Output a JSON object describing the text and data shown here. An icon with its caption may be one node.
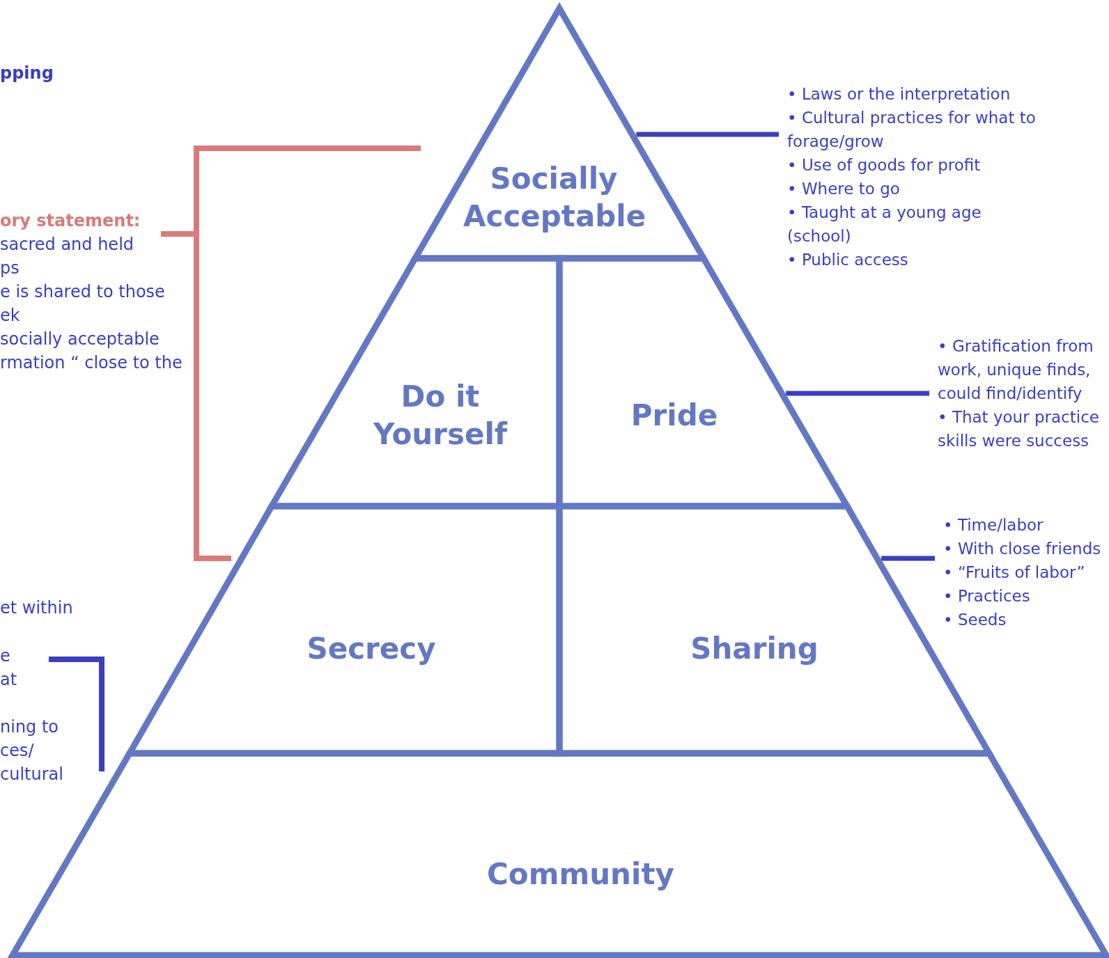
{
  "diagram": {
    "nodes": [
      {
        "text": [
          "Socially Acceptable"
        ]
      },
      {
        "text": [
          "Do it Yourself"
        ]
      },
      {
        "text": [
          "Pride"
        ]
      },
      {
        "text": [
          "Secrecy"
        ]
      },
      {
        "text": [
          "Sharing"
        ]
      },
      {
        "text": [
          "Community"
        ]
      },
      {
        "text": [
          "• Laws or the interpretation",
          "• Cultural practices for what to forage/grow",
          "• Use of goods for profit",
          "• Where to go",
          "• Taught at a young age (school)",
          "• Public access"
        ]
      },
      {
        "text": [
          "• Gratification from work, unique finds, could find/identify",
          "• That your practice skills were success"
        ]
      },
      {
        "text": [
          "• Time/labor",
          "• With close friends",
          "• “Fruits of labor”",
          "• Practices",
          "• Seeds"
        ]
      }
    ],
    "edges": [
      {
        "from": 6,
        "to": 0,
        "arrow": "none"
      },
      {
        "from": 7,
        "to": 2,
        "arrow": "none"
      },
      {
        "from": 8,
        "to": 4,
        "arrow": "none"
      }
    ],
    "labels": [
      "pping",
      "ory statement:",
      "sacred and held",
      "ps",
      "e is shared to those",
      "ek",
      "socially acceptable",
      "rmation “ close to the",
      "et within",
      "e",
      "at",
      "ning to",
      "ces/",
      "cultural"
    ]
  }
}
